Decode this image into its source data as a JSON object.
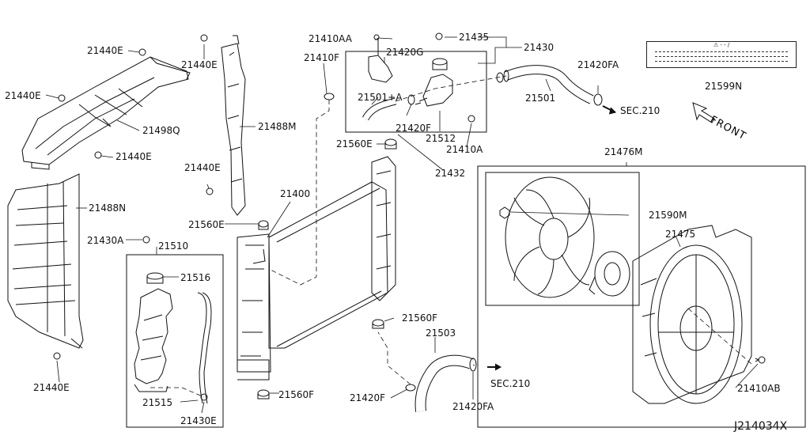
{
  "diagram_code": "J214034X",
  "labels": {
    "p21440E_1": "21440E",
    "p21440E_2": "21440E",
    "p21440E_3": "21440E",
    "p21440E_4": "21440E",
    "p21440E_5": "21440E",
    "p21440E_6": "21440E",
    "p21498Q": "21498Q",
    "p21488M": "21488M",
    "p21488N": "21488N",
    "p21430A": "21430A",
    "p21510": "21510",
    "p21516": "21516",
    "p21515": "21515",
    "p21430E": "21430E",
    "p21410AA": "21410AA",
    "p21435": "21435",
    "p21430": "21430",
    "p21410F": "21410F",
    "p21420G": "21420G",
    "p21501A": "21501+A",
    "p21420F_1": "21420F",
    "p21512": "21512",
    "p21410A": "21410A",
    "p21432": "21432",
    "p21501": "21501",
    "p21420FA_1": "21420FA",
    "p21420FA_2": "21420FA",
    "sec210_1": "SEC.210",
    "sec210_2": "SEC.210",
    "p21599N": "21599N",
    "p21560E_1": "21560E",
    "p21560E_2": "21560E",
    "p21400": "21400",
    "p21476M": "21476M",
    "p21590M": "21590M",
    "p21475": "21475",
    "p21560F_1": "21560F",
    "p21560F_2": "21560F",
    "p21503": "21503",
    "p21420F_2": "21420F",
    "p21410AB": "21410AB"
  },
  "front_label": "FRONT",
  "warning_label": {
    "title": "⚠ - - /"
  }
}
